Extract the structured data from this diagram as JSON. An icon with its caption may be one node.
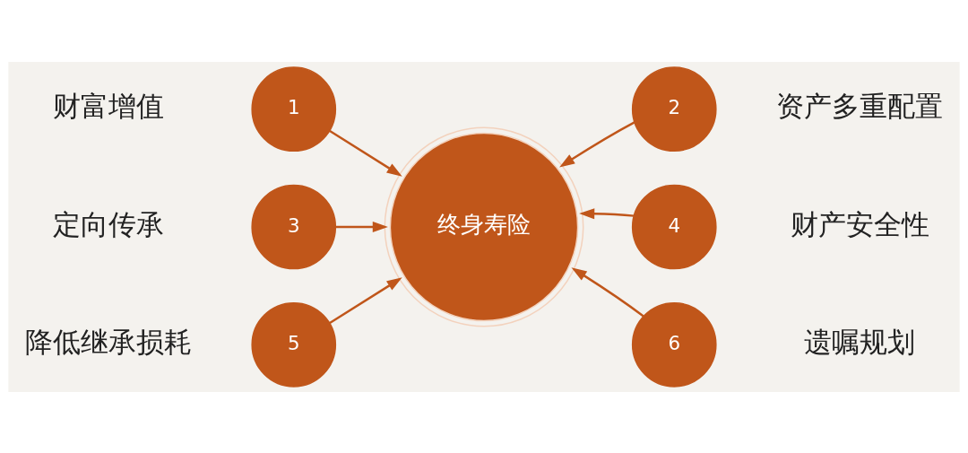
{
  "diagram": {
    "nodes": [
      {
        "text": [
          "终身寿险"
        ]
      },
      {
        "text": [
          "1"
        ],
        "beside": [
          "财富增值"
        ]
      },
      {
        "text": [
          "2"
        ],
        "beside": [
          "资产多重配置"
        ]
      },
      {
        "text": [
          "3"
        ],
        "beside": [
          "定向传承"
        ]
      },
      {
        "text": [
          "4"
        ],
        "beside": [
          "财产安全性"
        ]
      },
      {
        "text": [
          "5"
        ],
        "beside": [
          "降低继承损耗"
        ]
      },
      {
        "text": [
          "6"
        ],
        "beside": [
          "遗嘱规划"
        ]
      }
    ],
    "edges": [
      {
        "from": 1,
        "to": 0,
        "arrow": "to"
      },
      {
        "from": 2,
        "to": 0,
        "arrow": "to"
      },
      {
        "from": 3,
        "to": 0,
        "arrow": "to"
      },
      {
        "from": 4,
        "to": 0,
        "arrow": "to"
      },
      {
        "from": 5,
        "to": 0,
        "arrow": "to"
      },
      {
        "from": 6,
        "to": 0,
        "arrow": "to"
      }
    ]
  }
}
